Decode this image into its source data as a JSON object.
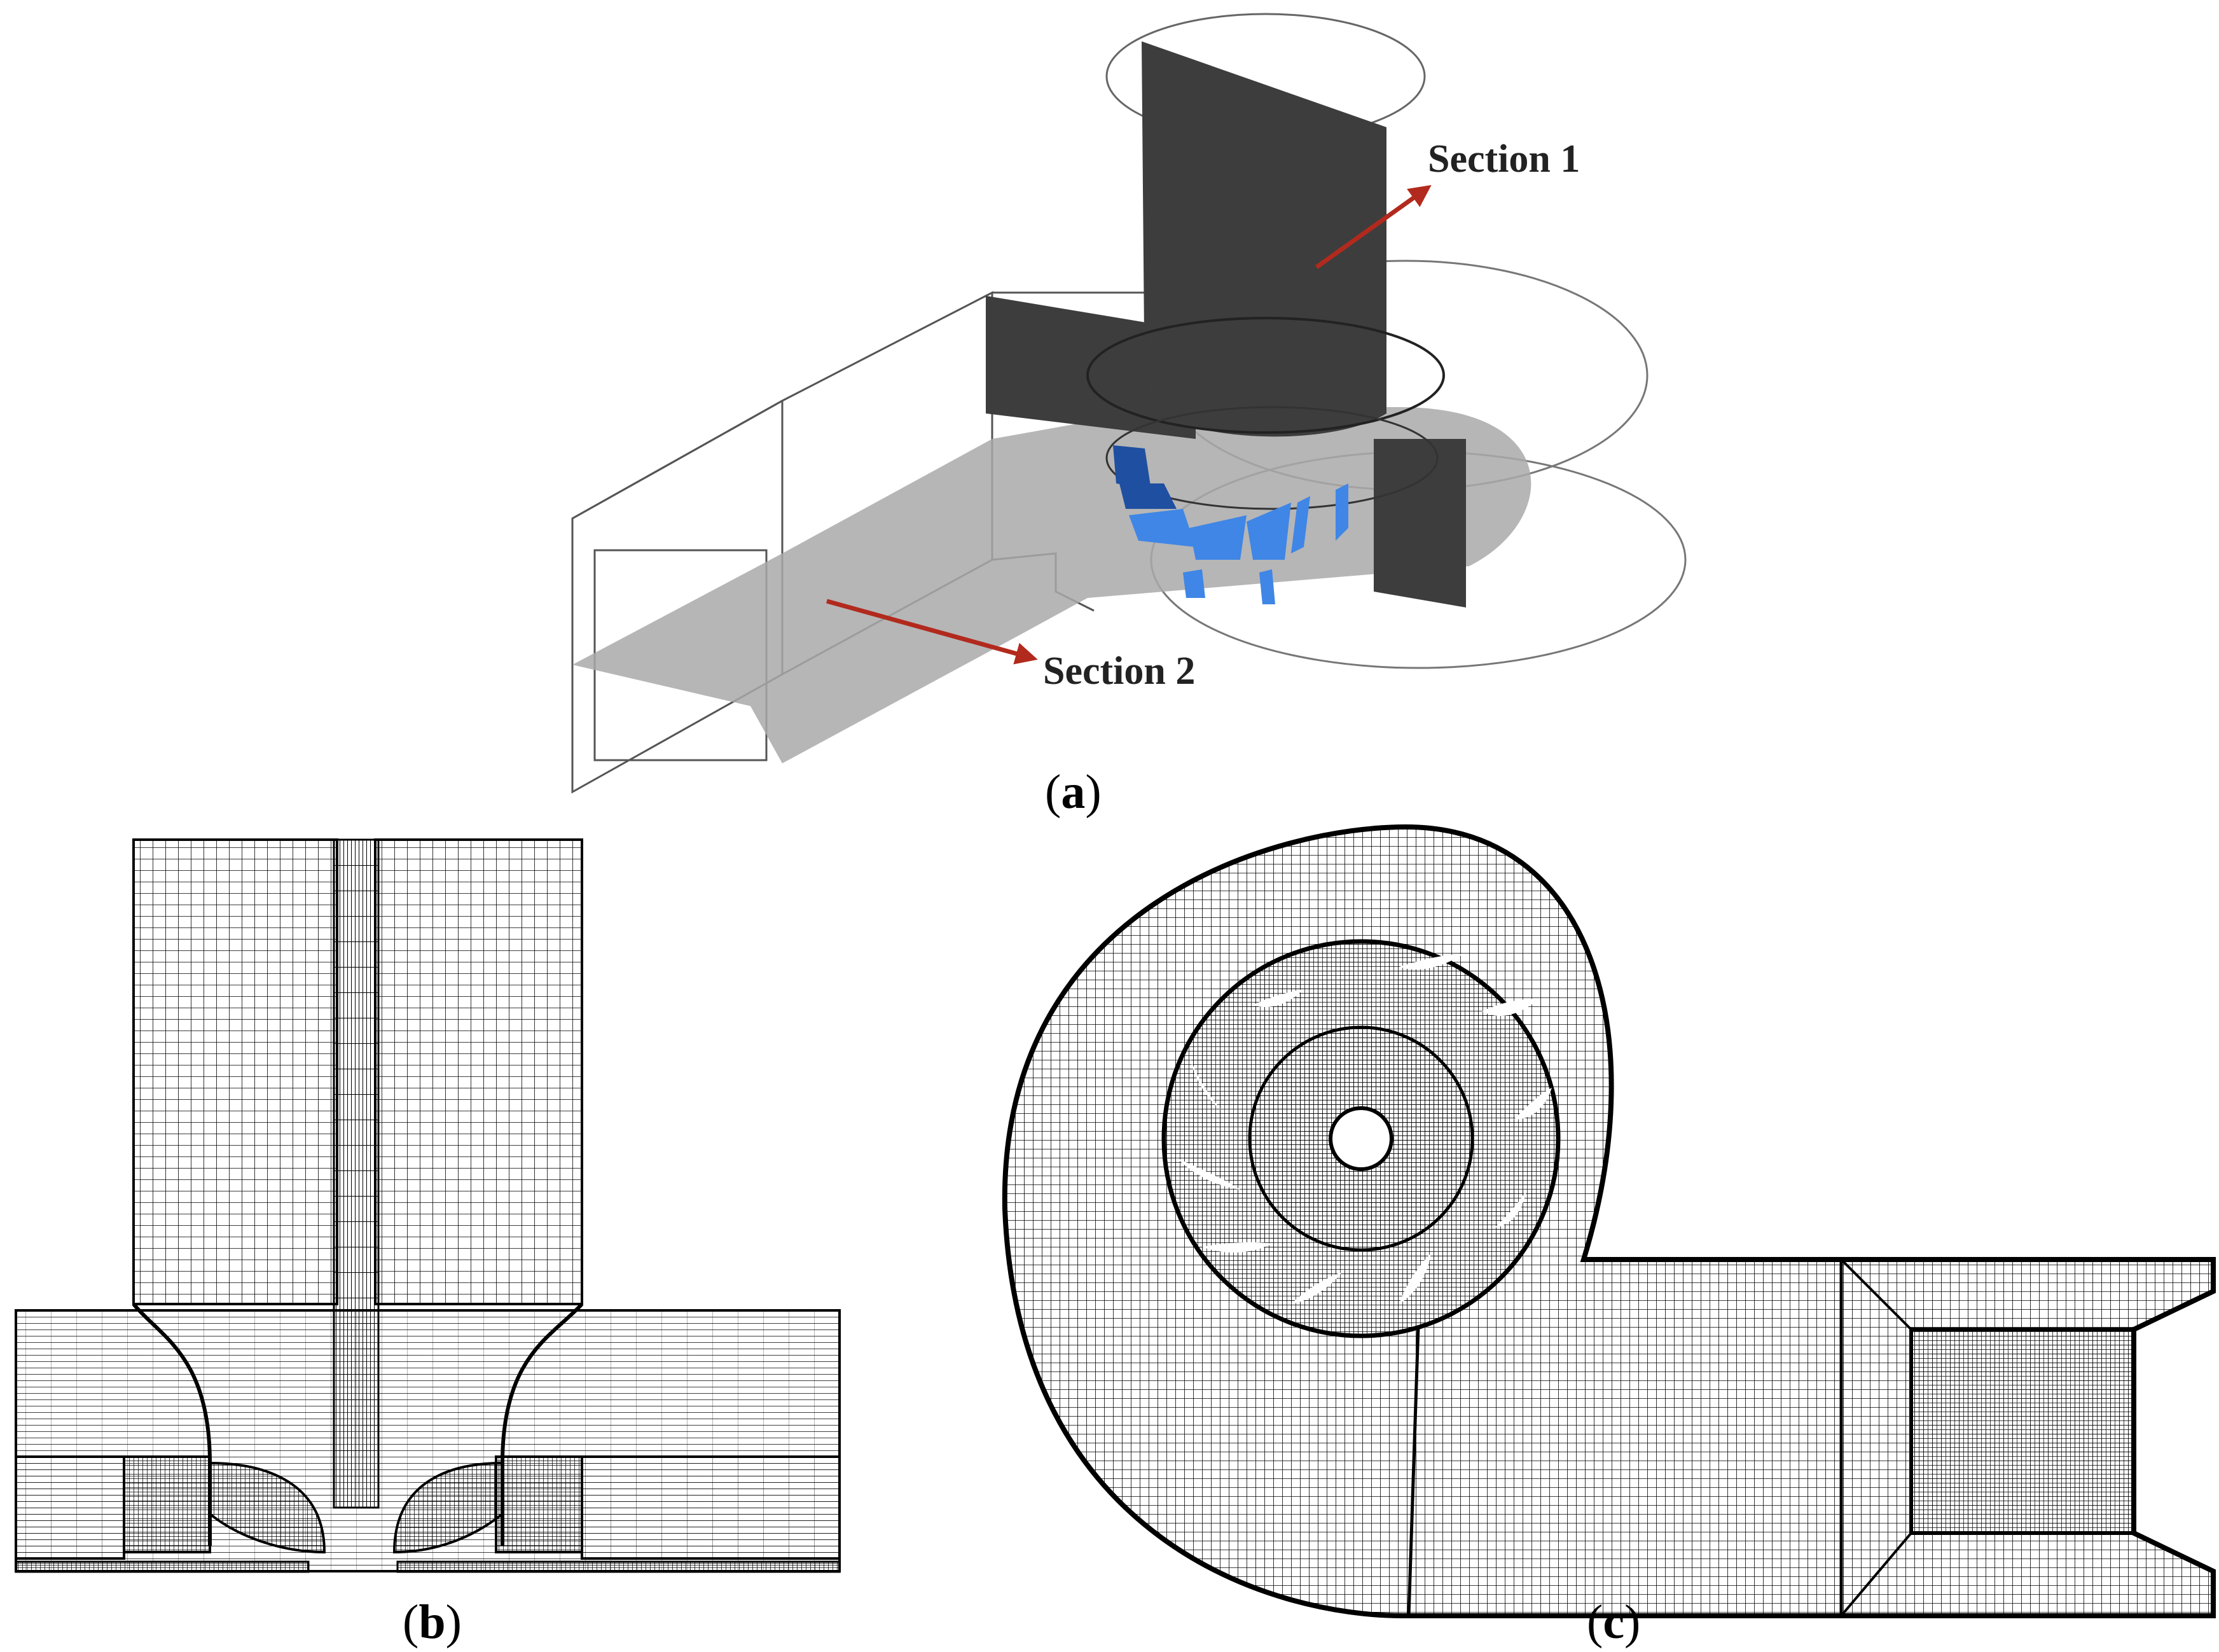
{
  "panels": {
    "a": {
      "caption_open": "(",
      "caption_letter": "a",
      "caption_close": ")",
      "callouts": [
        "Section 1",
        "Section 2"
      ]
    },
    "b": {
      "caption_open": "(",
      "caption_letter": "b",
      "caption_close": ")"
    },
    "c": {
      "caption_open": "(",
      "caption_letter": "c",
      "caption_close": ")"
    }
  },
  "colors": {
    "section_plane": "#3d3d3e",
    "horizontal_plane": "#a9a9a9",
    "blades": "#3f86e6",
    "blades_dark": "#1f4fa0",
    "arrow": "#b22a1d",
    "mesh_line": "#000000",
    "outline": "#555555"
  }
}
